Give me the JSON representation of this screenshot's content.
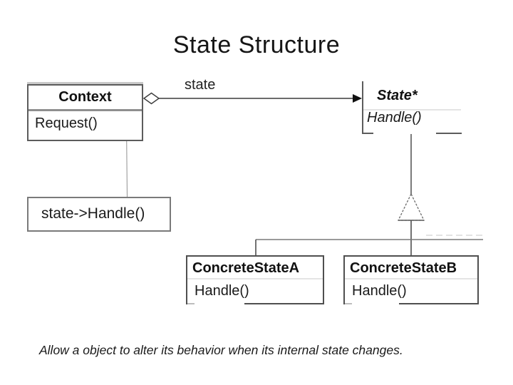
{
  "slide": {
    "title": "State Structure",
    "caption": "Allow a object to alter its behavior when its internal state changes."
  },
  "diagram": {
    "context": {
      "name": "Context",
      "method": "Request()"
    },
    "state": {
      "name": "State*",
      "method": "Handle()"
    },
    "concrete_a": {
      "name": "ConcreteStateA",
      "method": "Handle()"
    },
    "concrete_b": {
      "name": "ConcreteStateB",
      "method": "Handle()"
    },
    "association_label": "state",
    "note_text": "state->Handle()",
    "relations": {
      "aggregation": "Context (open diamond) --state--> State*",
      "dependency": "Request() circle connector to note state->Handle()",
      "inheritance": "ConcreteStateA and ConcreteStateB inherit State* via hollow triangle"
    }
  },
  "colors": {
    "background": "#ffffff",
    "line": "#555555",
    "text": "#111111",
    "faint_line": "#e0e0e0"
  }
}
